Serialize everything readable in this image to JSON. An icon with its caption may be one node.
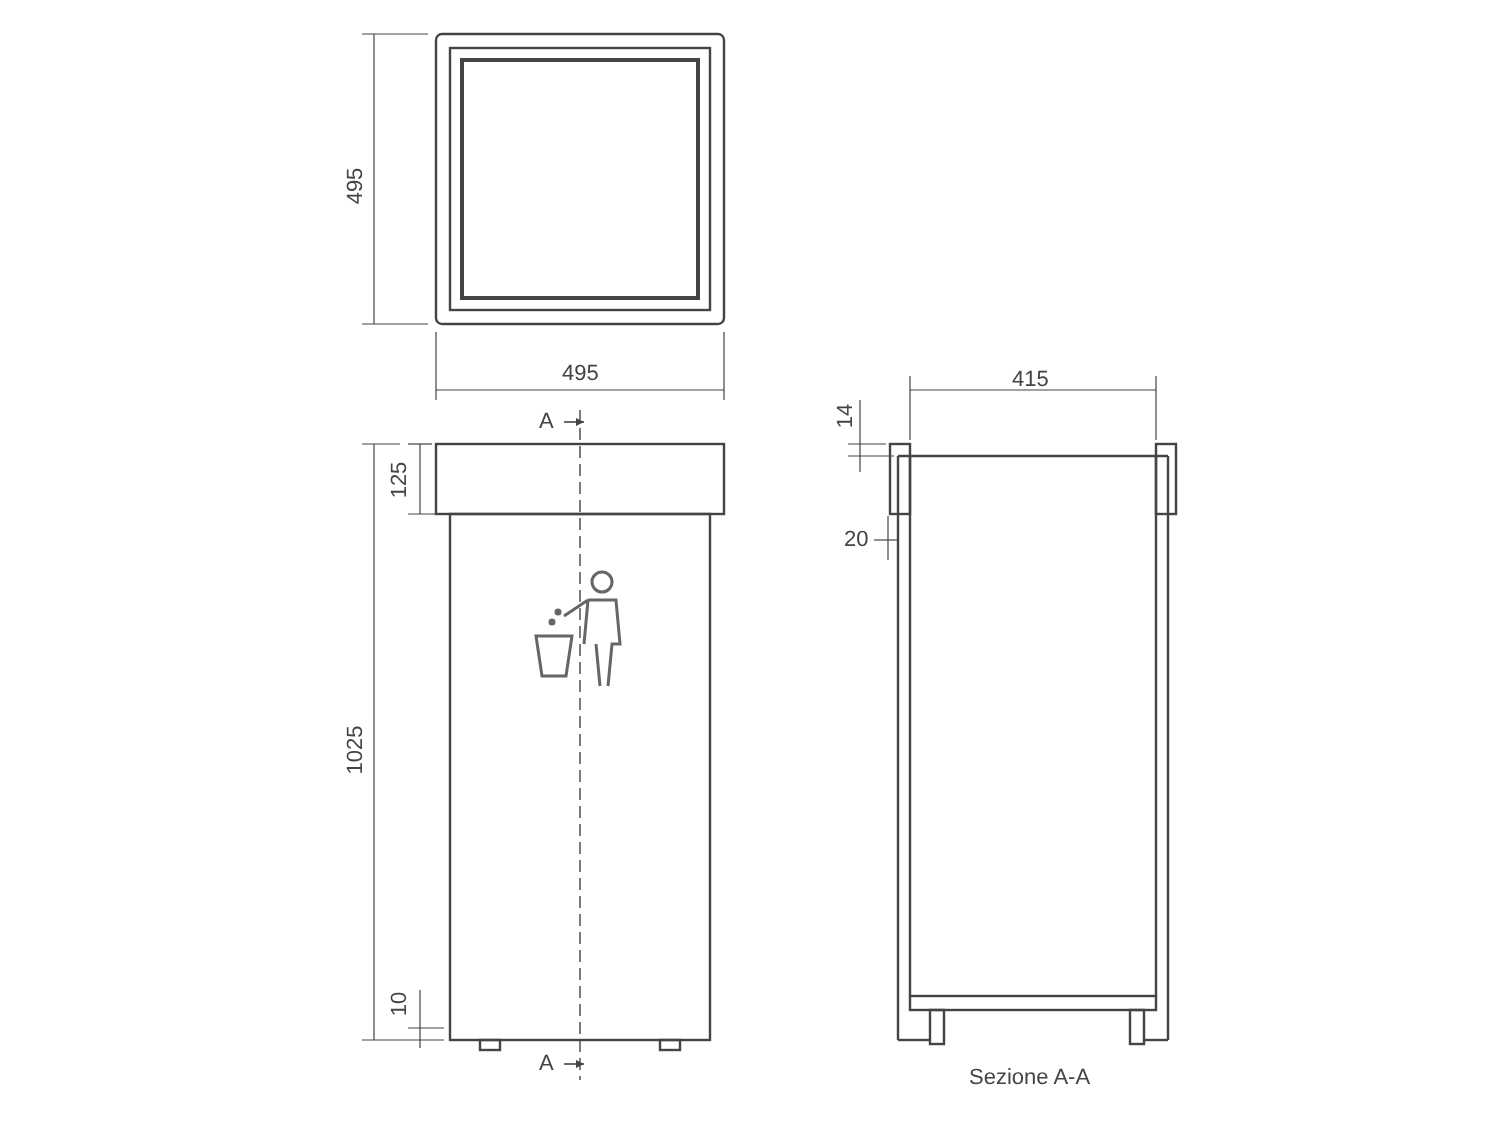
{
  "diagram": {
    "labels": [
      "495",
      "495",
      "415",
      "14",
      "A",
      "125",
      "20",
      "1025",
      "10",
      "A",
      "Sezione A-A"
    ]
  }
}
